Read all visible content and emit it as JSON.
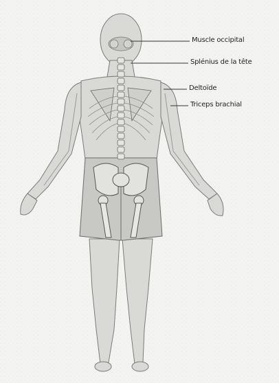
{
  "labels": {
    "occipital": "Muscle occipital",
    "splenius": "Splénius de la tête",
    "deltoid": "Deltoïde",
    "triceps": "Triceps brachial"
  }
}
